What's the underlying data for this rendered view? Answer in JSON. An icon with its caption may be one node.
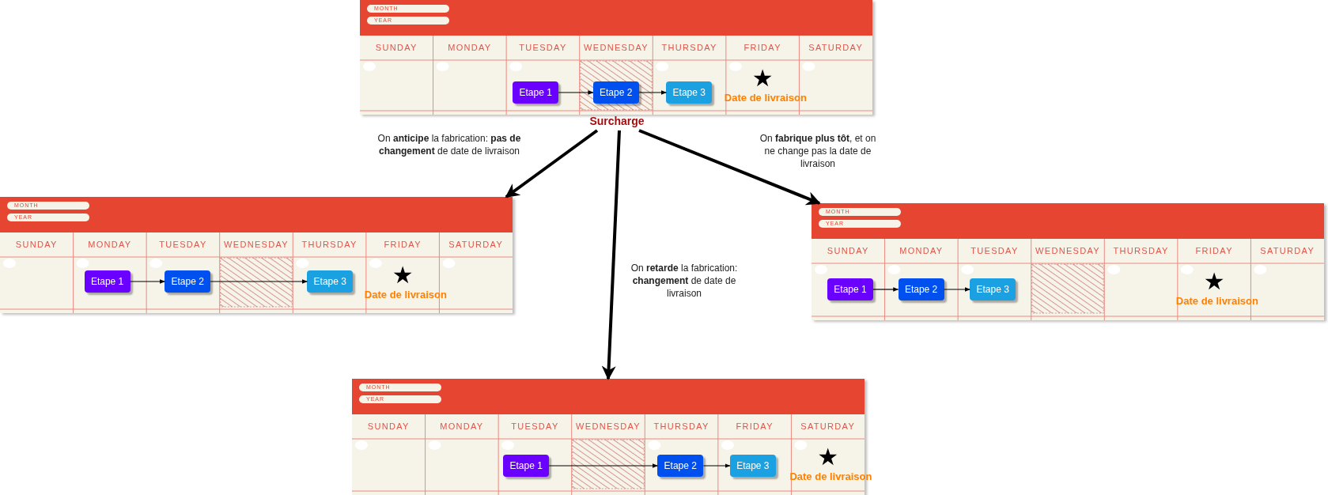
{
  "diagram": {
    "nodes": [
      {
        "text": [
          "MONTH",
          "YEAR",
          "SUNDAY",
          "MONDAY",
          "TUESDAY",
          "WEDNESDAY",
          "THURSDAY",
          "FRIDAY",
          "SATURDAY"
        ]
      },
      {
        "text": [
          "Etape 1"
        ],
        "in": 0
      },
      {
        "text": [
          "Etape 2"
        ],
        "in": 0
      },
      {
        "text": [
          "Etape 3"
        ],
        "in": 0
      },
      {
        "text": [
          "Surcharge"
        ]
      },
      {
        "text": [
          "MONTH",
          "YEAR",
          "SUNDAY",
          "MONDAY",
          "TUESDAY",
          "WEDNESDAY",
          "THURSDAY",
          "FRIDAY",
          "SATURDAY"
        ]
      },
      {
        "text": [
          "Etape 1"
        ],
        "in": 5
      },
      {
        "text": [
          "Etape 2"
        ],
        "in": 5
      },
      {
        "text": [
          "Etape 3"
        ],
        "in": 5
      },
      {
        "text": [
          "MONTH",
          "YEAR",
          "SUNDAY",
          "MONDAY",
          "TUESDAY",
          "WEDNESDAY",
          "THURSDAY",
          "FRIDAY",
          "SATURDAY"
        ]
      },
      {
        "text": [
          "Etape 1"
        ],
        "in": 9
      },
      {
        "text": [
          "Etape 2"
        ],
        "in": 9
      },
      {
        "text": [
          "Etape 3"
        ],
        "in": 9
      },
      {
        "text": [
          "MONTH",
          "YEAR",
          "SUNDAY",
          "MONDAY",
          "TUESDAY",
          "WEDNESDAY",
          "THURSDAY",
          "FRIDAY",
          "SATURDAY"
        ]
      },
      {
        "text": [
          "Etape 1"
        ],
        "in": 13
      },
      {
        "text": [
          "Etape 2"
        ],
        "in": 13
      },
      {
        "text": [
          "Etape 3"
        ],
        "in": 13
      }
    ],
    "edges": [
      {
        "from": 1,
        "to": 2,
        "arrow": "to"
      },
      {
        "from": 2,
        "to": 3,
        "arrow": "to"
      },
      {
        "from": 6,
        "to": 7,
        "arrow": "to"
      },
      {
        "from": 7,
        "to": 8,
        "arrow": "to"
      },
      {
        "from": 10,
        "to": 11,
        "arrow": "to"
      },
      {
        "from": 11,
        "to": 12,
        "arrow": "to"
      },
      {
        "from": 14,
        "to": 15,
        "arrow": "to"
      },
      {
        "from": 15,
        "to": 16,
        "arrow": "to"
      },
      {
        "from": 4,
        "to": 5,
        "arrow": "to",
        "style": "thick",
        "label": "On **anticipe** la fabrication: **pas de changement** de date de livraison"
      },
      {
        "from": 4,
        "to": 13,
        "arrow": "to",
        "style": "thick",
        "label": "On **retarde** la fabrication: **changement** de date de livraison"
      },
      {
        "from": 4,
        "to": 9,
        "arrow": "to",
        "style": "thick",
        "label": "On **fabrique plus tôt**, et on ne change pas la date de livraison"
      }
    ],
    "labels": [
      "Date de livraison",
      "Date de livraison",
      "Date de livraison",
      "Date de livraison"
    ]
  }
}
